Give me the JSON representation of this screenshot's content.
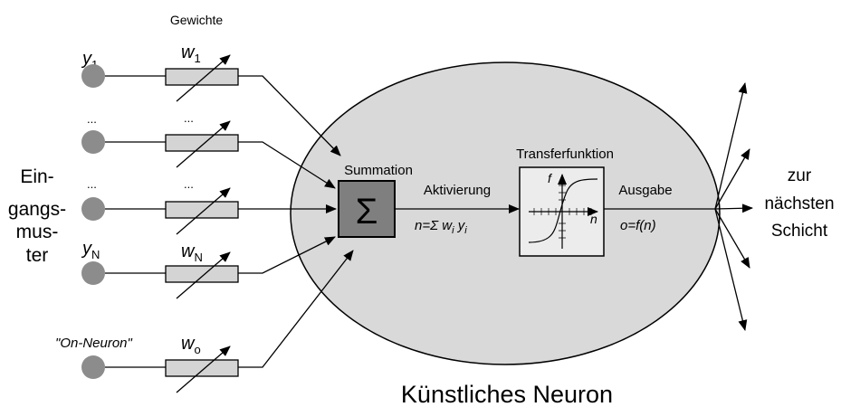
{
  "labels": {
    "weights_heading": "Gewichte",
    "input_group": [
      "Ein-",
      "gangs-",
      "mus-",
      "ter"
    ],
    "summation": "Summation",
    "sigma_symbol": "Σ",
    "activation": "Aktivierung",
    "activation_formula": {
      "prefix": "n=Σ w",
      "i1": "i",
      "mid": " y",
      "i2": "i"
    },
    "transfer_function": "Transferfunktion",
    "graph_f": "f",
    "graph_n": "n",
    "output": "Ausgabe",
    "output_formula": "o=f(n)",
    "next_layer": [
      "zur",
      "nächsten",
      "Schicht"
    ],
    "title": "Künstliches Neuron"
  },
  "inputs": [
    {
      "label": "y",
      "sub": "1",
      "weight": "w",
      "weight_sub": "1"
    },
    {
      "label": "...",
      "sub": "",
      "weight": "...",
      "weight_sub": ""
    },
    {
      "label": "...",
      "sub": "",
      "weight": "...",
      "weight_sub": ""
    },
    {
      "label": "y",
      "sub": "N",
      "weight": "w",
      "weight_sub": "N"
    },
    {
      "label": "\"On-Neuron\"",
      "sub": "",
      "weight": "w",
      "weight_sub": "o"
    }
  ],
  "colors": {
    "neuron_fill": "#d9d9d9",
    "sum_box_fill": "#7f7f7f",
    "input_dot": "#8c8c8c",
    "resistor_fill": "#d4d4d4",
    "transfer_box_fill": "#ececec",
    "line": "#000000"
  }
}
